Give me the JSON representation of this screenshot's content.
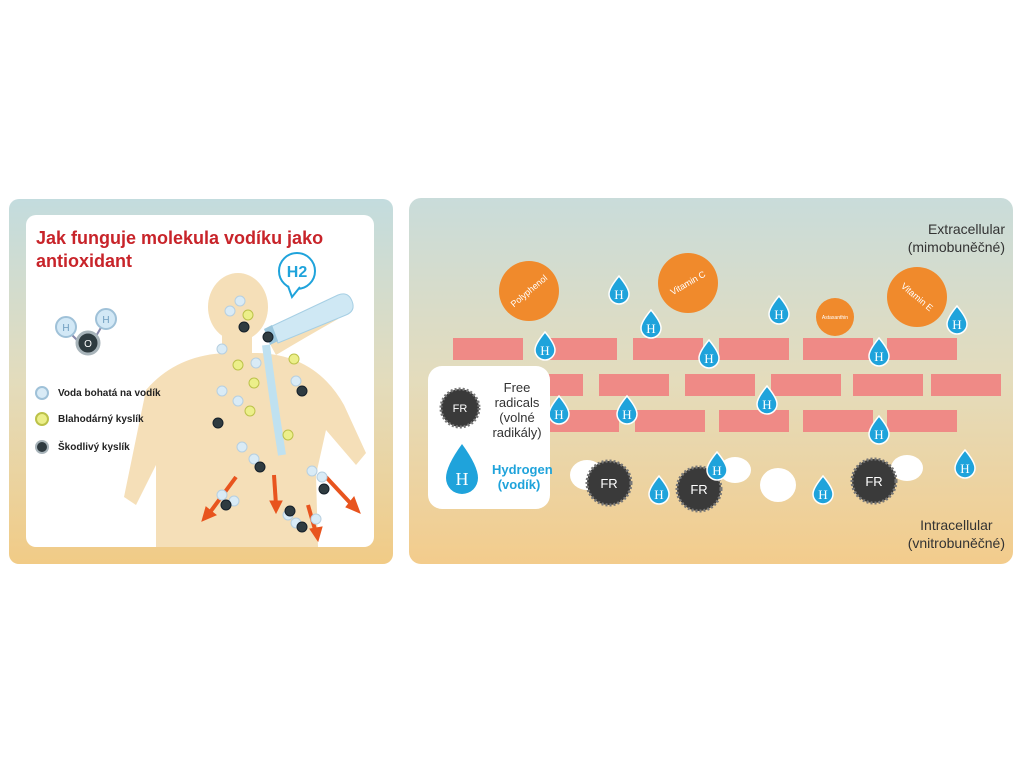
{
  "left_panel": {
    "title": "Jak funguje molekula vodíku jako antioxidant",
    "bottle_label": "H2",
    "legend": [
      {
        "label": "Voda bohatá na vodík",
        "icon": "hydrogen-molecule-icon"
      },
      {
        "label": "Blahodárný kyslík",
        "icon": "beneficial-oxygen-icon"
      },
      {
        "label": "Škodlivý kyslík",
        "icon": "harmful-oxygen-icon"
      }
    ],
    "molecule_atoms": {
      "h": "H",
      "o": "O"
    }
  },
  "right_panel": {
    "extracellular": {
      "line1": "Extracellular",
      "line2": "(mimobuněčné)"
    },
    "intracellular": {
      "line1": "Intracellular",
      "line2": "(vnitrobuněčné)"
    },
    "antioxidants": [
      "Polyphenol",
      "Vitamin C",
      "Astaxanthin",
      "Vitamin E"
    ],
    "free_radical_label": "FR",
    "hydrogen_label": "H",
    "legend": {
      "fr_text_lines": [
        "Free",
        "radicals",
        "(volné",
        "radikály)"
      ],
      "h_text_lines": [
        "Hydrogen",
        "(vodík)"
      ]
    }
  },
  "colors": {
    "title_red": "#c8242a",
    "drop_blue": "#1fa3db",
    "antioxidant_orange": "#f08a2c",
    "membrane_pink": "#ef8a86",
    "free_radical_dark": "#3a3a3a",
    "arrow_orange": "#e8541e"
  }
}
